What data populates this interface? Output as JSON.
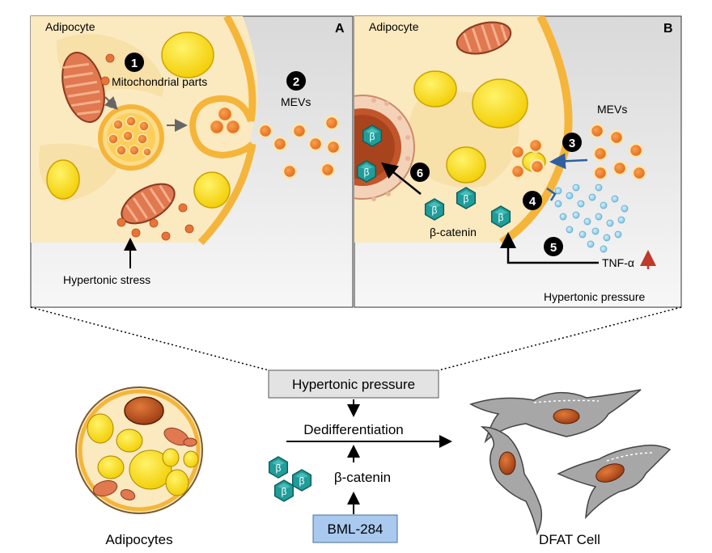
{
  "panelA": {
    "letter": "A",
    "cell_label": "Adipocyte",
    "mito_parts": "Mitochondrial parts",
    "mevs": "MEVs",
    "stress": "Hypertonic stress",
    "steps": [
      "1",
      "2"
    ]
  },
  "panelB": {
    "letter": "B",
    "cell_label": "Adipocyte",
    "mevs": "MEVs",
    "bcatenin": "β-catenin",
    "tnf": "TNF-α",
    "pressure": "Hypertonic pressure",
    "steps": [
      "3",
      "4",
      "5",
      "6"
    ],
    "beta_symbol": "β"
  },
  "bottom": {
    "pressure_box": "Hypertonic pressure",
    "dedifferentiation": "Dedifferentiation",
    "bcatenin": "β-catenin",
    "bml_box": "BML-284",
    "adipocytes": "Adipocytes",
    "dfat": "DFAT Cell",
    "beta_symbol": "β"
  },
  "colors": {
    "cytoplasm": "#fbe9bf",
    "membrane": "#f5b53a",
    "lipid": "#f7d400",
    "mito": "#e07850",
    "mev": "#ef7f2a",
    "beta": "#1f9d9a",
    "tnf_arrow": "#c0392b",
    "blue_arrow": "#2e5fa0",
    "pressure_box": "#e3e3e3",
    "bml_box": "#a9c9ef",
    "dfat_cell": "#a7a7a7",
    "nucleus": "#b24a1c"
  }
}
